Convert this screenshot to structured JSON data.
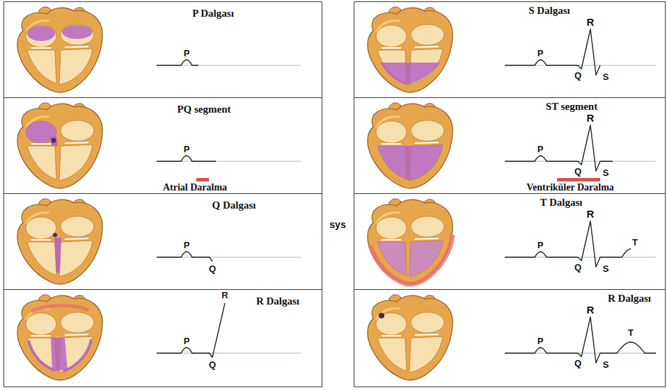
{
  "diagram": {
    "nodes": [
      {
        "text": [
          "P Dalgası"
        ]
      },
      {
        "text": [
          "PQ segment",
          "Atrial Daralma"
        ]
      },
      {
        "text": [
          "Q Dalgası"
        ]
      },
      {
        "text": [
          "R Dalgası"
        ]
      },
      {
        "text": [
          "S Dalgası"
        ]
      },
      {
        "text": [
          "ST segment",
          "Ventriküler Daralma"
        ]
      },
      {
        "text": [
          "T Dalgası"
        ]
      },
      {
        "text": [
          "R Dalgası"
        ]
      }
    ],
    "labels": [
      "P",
      "P",
      "P",
      "Q",
      "R",
      "P",
      "Q",
      "sys",
      "R",
      "P",
      "Q",
      "S",
      "R",
      "P",
      "Q",
      "S",
      "R",
      "P",
      "Q",
      "S",
      "T",
      "R",
      "P",
      "Q",
      "S",
      "T"
    ]
  }
}
